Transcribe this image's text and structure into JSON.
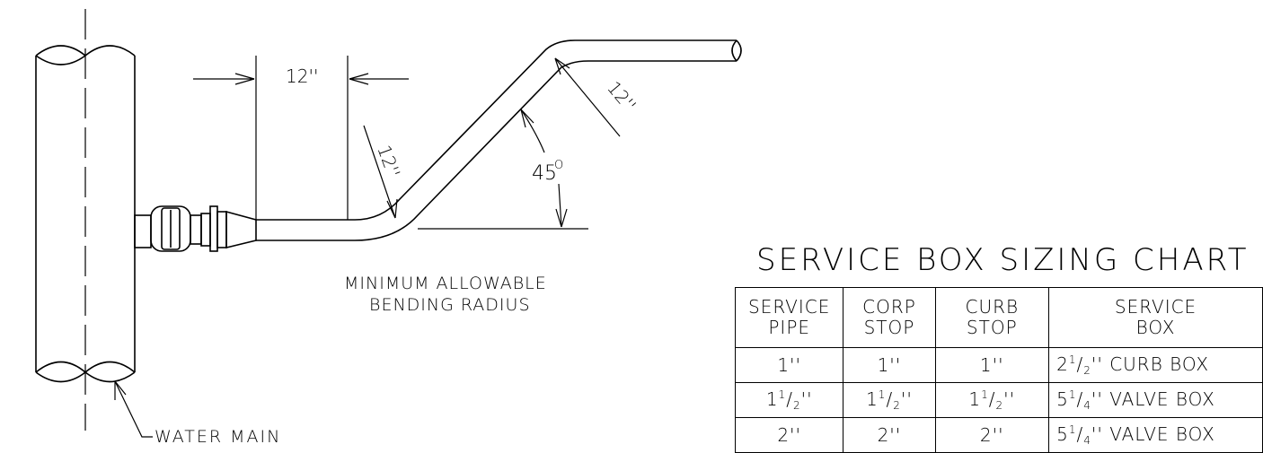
{
  "labels": {
    "dim_straight": "12''",
    "dim_radius_lower": "12''",
    "dim_radius_upper": "12''",
    "angle": "45",
    "angle_unit": "O",
    "bend_note_line1": "MINIMUM ALLOWABLE",
    "bend_note_line2": "BENDING RADIUS",
    "water_main": "WATER MAIN"
  },
  "chart": {
    "title": "SERVICE BOX SIZING CHART",
    "headers": [
      [
        "SERVICE",
        "PIPE"
      ],
      [
        "CORP",
        "STOP"
      ],
      [
        "CURB",
        "STOP"
      ],
      [
        "SERVICE",
        "BOX"
      ]
    ],
    "rows": [
      {
        "pipe": {
          "whole": "",
          "num": "",
          "den": "",
          "unit": "1''"
        },
        "corp": {
          "whole": "",
          "num": "",
          "den": "",
          "unit": "1''"
        },
        "curb": {
          "whole": "",
          "num": "",
          "den": "",
          "unit": "1''"
        },
        "box": {
          "whole": "2",
          "num": "1",
          "den": "2",
          "unit": "'' CURB BOX"
        }
      },
      {
        "pipe": {
          "whole": "1",
          "num": "1",
          "den": "2",
          "unit": "''"
        },
        "corp": {
          "whole": "1",
          "num": "1",
          "den": "2",
          "unit": "''"
        },
        "curb": {
          "whole": "1",
          "num": "1",
          "den": "2",
          "unit": "''"
        },
        "box": {
          "whole": "5",
          "num": "1",
          "den": "4",
          "unit": "'' VALVE BOX"
        }
      },
      {
        "pipe": {
          "whole": "",
          "num": "",
          "den": "",
          "unit": "2''"
        },
        "corp": {
          "whole": "",
          "num": "",
          "den": "",
          "unit": "2''"
        },
        "curb": {
          "whole": "",
          "num": "",
          "den": "",
          "unit": "2''"
        },
        "box": {
          "whole": "5",
          "num": "1",
          "den": "4",
          "unit": "'' VALVE BOX"
        }
      }
    ]
  }
}
